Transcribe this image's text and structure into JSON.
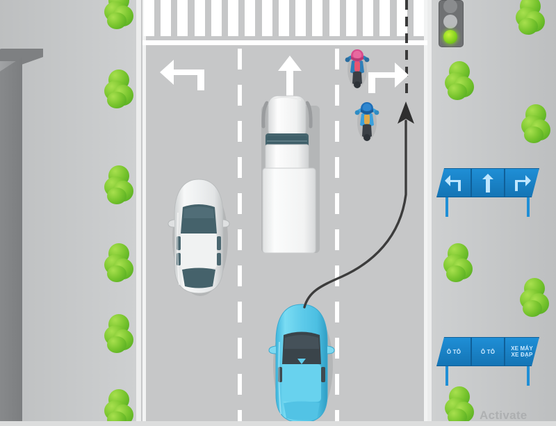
{
  "scene": {
    "title": "Intersection lane-change illustration",
    "description": "Top-down view of a four-lane one-way approach to a signalised intersection with a zebra crossing, showing a blue car changing lanes to the right-turn / motorbike lane."
  },
  "colors": {
    "road": "#c6c7c8",
    "sidewalk": "#c2c4c5",
    "marking_white": "#ffffff",
    "sign_blue": "#1f8fd6",
    "sign_text": "#cfeaff",
    "tree_green": "#79c52e",
    "traffic_light_green": "#86d220",
    "car_blue": "#5ec8e8",
    "car_silver": "#e3e5e6",
    "truck_white": "#f4f5f5",
    "trajectory": "#3c3c3c",
    "helmet_pink": "#d94b8c",
    "helmet_blue": "#1f6fb8"
  },
  "traffic_light": {
    "name": "traffic-light",
    "lamps": [
      "red",
      "amber",
      "green"
    ],
    "active": "green"
  },
  "signs": {
    "upper": {
      "name": "lane-direction-sign",
      "panels": [
        {
          "icon": "arrow-left-turn",
          "label": ""
        },
        {
          "icon": "arrow-straight",
          "label": ""
        },
        {
          "icon": "arrow-right-turn",
          "label": ""
        }
      ]
    },
    "lower": {
      "name": "lane-vehicle-type-sign",
      "panels": [
        {
          "icon": "",
          "label": "Ô TÔ"
        },
        {
          "icon": "",
          "label": "Ô TÔ"
        },
        {
          "icon": "",
          "label": "XE MÁY\nXE ĐẠP"
        }
      ]
    }
  },
  "road_markings": {
    "crosswalk": {
      "name": "zebra-crossing",
      "stripes": 17
    },
    "stop_line": {
      "name": "stop-line"
    },
    "lane_arrows": [
      {
        "name": "lane-arrow-left",
        "type": "left"
      },
      {
        "name": "lane-arrow-straight",
        "type": "straight"
      },
      {
        "name": "lane-arrow-right",
        "type": "right"
      }
    ],
    "lane_dividers": [
      {
        "name": "lane-divider-dashed-1",
        "style": "dashed-white"
      },
      {
        "name": "lane-divider-dashed-2",
        "style": "dashed-white"
      },
      {
        "name": "lane-divider-dashed-black",
        "style": "dashed-black"
      }
    ],
    "edge_lines": [
      {
        "name": "edge-line-left"
      },
      {
        "name": "edge-line-right"
      }
    ]
  },
  "vehicles": [
    {
      "name": "truck",
      "type": "truck",
      "color": "#f4f5f5",
      "lane": "straight-lane",
      "heading": "up"
    },
    {
      "name": "car-silver",
      "type": "car",
      "color": "#e3e5e6",
      "lane": "left-turn-lane",
      "heading": "up"
    },
    {
      "name": "car-blue",
      "type": "car",
      "color": "#5ec8e8",
      "lane": "straight-lane",
      "heading": "up"
    },
    {
      "name": "motorbike-pink",
      "type": "motorbike",
      "helmet": "#d94b8c",
      "lane": "right-turn-lane",
      "heading": "up"
    },
    {
      "name": "motorbike-blue",
      "type": "motorbike",
      "helmet": "#1f6fb8",
      "lane": "right-turn-lane",
      "heading": "up"
    }
  ],
  "trajectory": {
    "name": "lane-change-trajectory",
    "description": "Curved arrow from the blue car crossing into the right-hand motorbike lane, pointing forward",
    "color": "#3c3c3c"
  },
  "scenery": {
    "building": {
      "name": "building"
    },
    "trees_left_count": 6,
    "trees_right_count": 6
  },
  "watermark": {
    "text": "Activate"
  }
}
